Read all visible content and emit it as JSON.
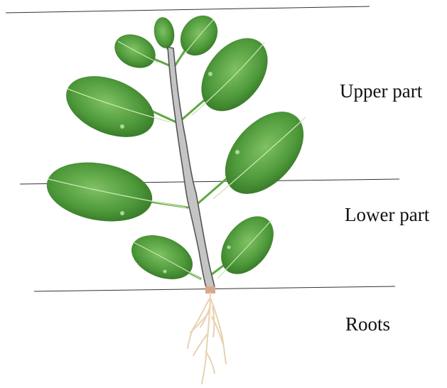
{
  "labels": {
    "upper": "Upper part",
    "lower": "Lower part",
    "roots": "Roots"
  },
  "colors": {
    "leaf": "#4f9a3b",
    "leaf_light": "#7fc163",
    "leaf_dark": "#2f6e22",
    "vein": "#c9e6b3",
    "stem_fill": "#c4c4c4",
    "stem_outline": "#555555",
    "root": "#e8d2b0",
    "root_base": "#d9a88a",
    "divider": "#333333"
  },
  "icons": {
    "plant": "spinach-plant-icon"
  }
}
